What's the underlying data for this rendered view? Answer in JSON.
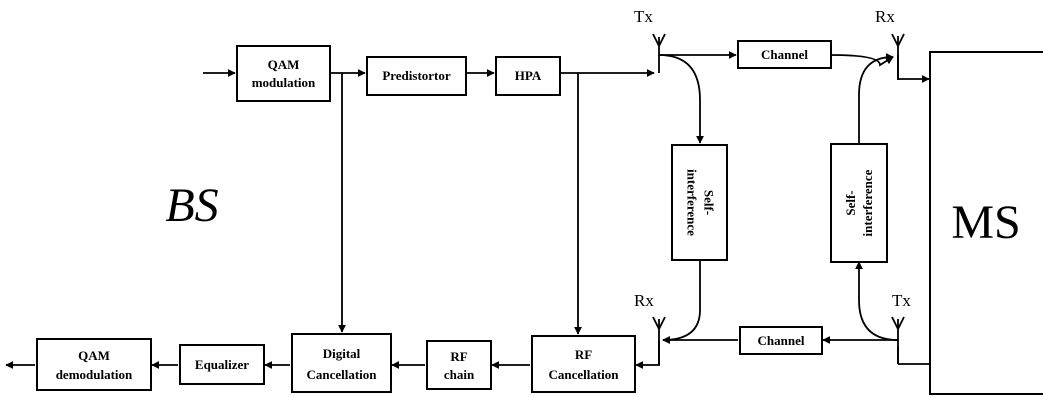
{
  "blocks": {
    "qam_mod": [
      "QAM",
      "modulation"
    ],
    "predistortor": "Predistortor",
    "hpa": "HPA",
    "channel_top": "Channel",
    "si_left": [
      "Self-",
      "interference"
    ],
    "si_right": [
      "Self-",
      "interference"
    ],
    "channel_bottom": "Channel",
    "rf_cancel": [
      "RF",
      "Cancellation"
    ],
    "rf_chain": [
      "RF",
      "chain"
    ],
    "digital_cancel": [
      "Digital",
      "Cancellation"
    ],
    "equalizer": "Equalizer",
    "qam_demod": [
      "QAM",
      "demodulation"
    ]
  },
  "antennas": {
    "bs_tx": "Tx",
    "ms_rx": "Rx",
    "bs_rx": "Rx",
    "ms_tx": "Tx"
  },
  "stations": {
    "bs": "BS",
    "ms": "MS"
  }
}
